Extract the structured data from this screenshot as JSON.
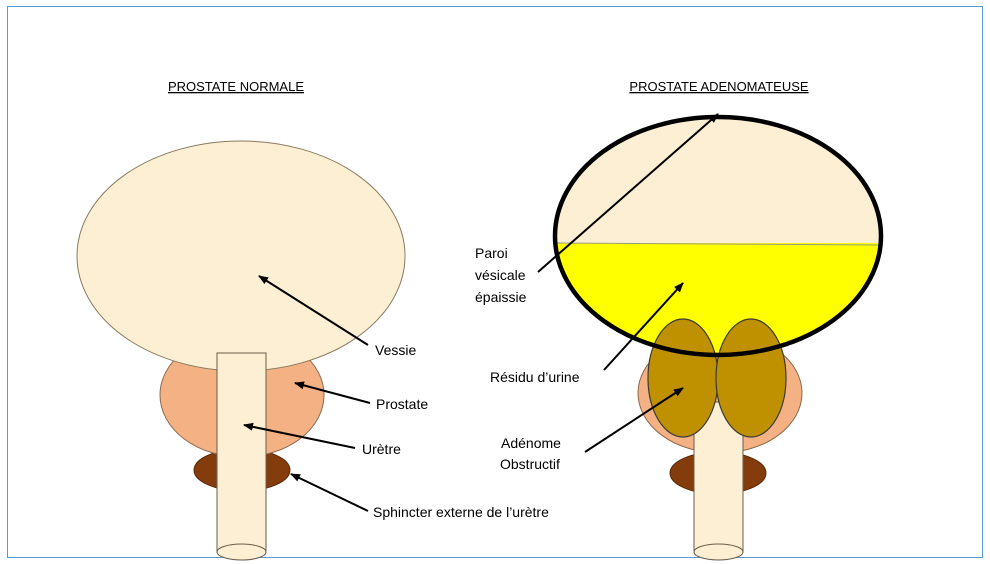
{
  "titles": {
    "normal": "PROSTATE NORMALE",
    "adenomateuse": "PROSTATE ADENOMATEUSE"
  },
  "labels": {
    "vessie": "Vessie",
    "prostate": "Prostate",
    "uretre": "Urètre",
    "sphincter": "Sphincter externe de l’urètre",
    "paroi_line1": "Paroi",
    "paroi_line2": "vésicale",
    "paroi_line3": "épaissie",
    "residu": "Résidu d’urine",
    "adenome_line1": "Adénome",
    "adenome_line2": "Obstructif"
  },
  "colors": {
    "frame": "#5b9bd5",
    "bladder": "#fdefd3",
    "prostate": "#f4b183",
    "sphincter": "#843c0c",
    "urine": "#ffff00",
    "adenoma": "#bf9000"
  }
}
